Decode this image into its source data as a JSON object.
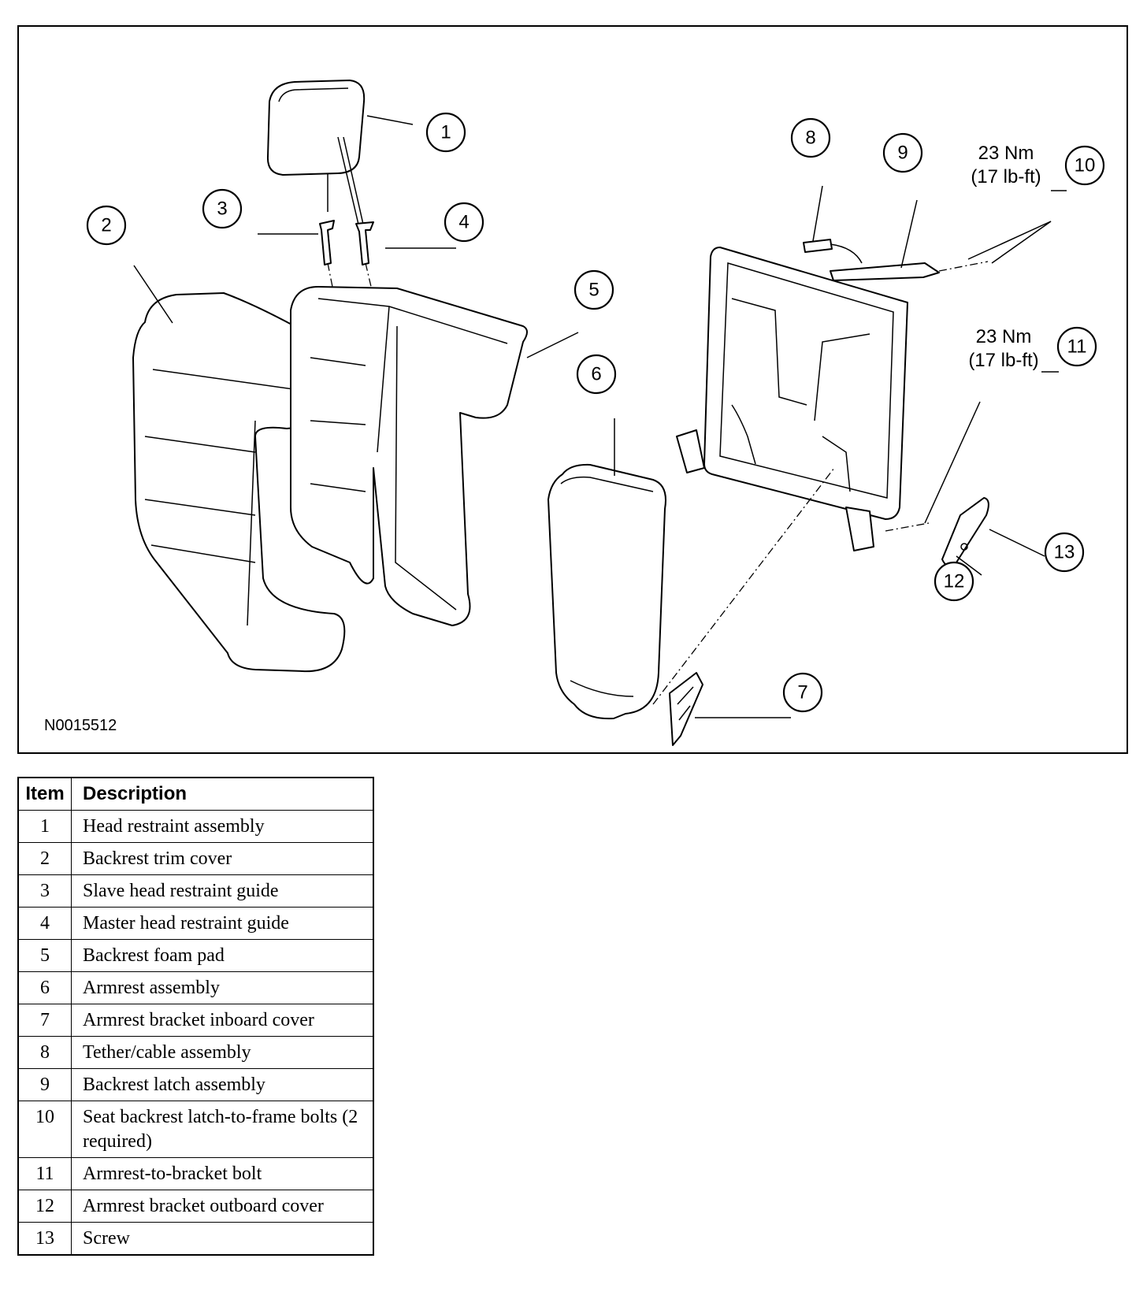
{
  "figure": {
    "id": "N0015512",
    "torque_upper": {
      "line1": "23 Nm",
      "line2": "(17 lb-ft)"
    },
    "torque_lower": {
      "line1": "23 Nm",
      "line2": "(17 lb-ft)"
    },
    "callouts": [
      "1",
      "2",
      "3",
      "4",
      "5",
      "6",
      "7",
      "8",
      "9",
      "10",
      "11",
      "12",
      "13"
    ]
  },
  "legend": {
    "header_item": "Item",
    "header_description": "Description",
    "rows": [
      {
        "item": "1",
        "description": "Head restraint assembly"
      },
      {
        "item": "2",
        "description": "Backrest trim cover"
      },
      {
        "item": "3",
        "description": "Slave head restraint guide"
      },
      {
        "item": "4",
        "description": "Master head restraint guide"
      },
      {
        "item": "5",
        "description": "Backrest foam pad"
      },
      {
        "item": "6",
        "description": "Armrest assembly"
      },
      {
        "item": "7",
        "description": "Armrest bracket inboard cover"
      },
      {
        "item": "8",
        "description": "Tether/cable assembly"
      },
      {
        "item": "9",
        "description": "Backrest latch assembly"
      },
      {
        "item": "10",
        "description": "Seat backrest latch-to-frame bolts (2 required)"
      },
      {
        "item": "11",
        "description": "Armrest-to-bracket bolt"
      },
      {
        "item": "12",
        "description": "Armrest bracket outboard cover"
      },
      {
        "item": "13",
        "description": "Screw"
      }
    ]
  }
}
